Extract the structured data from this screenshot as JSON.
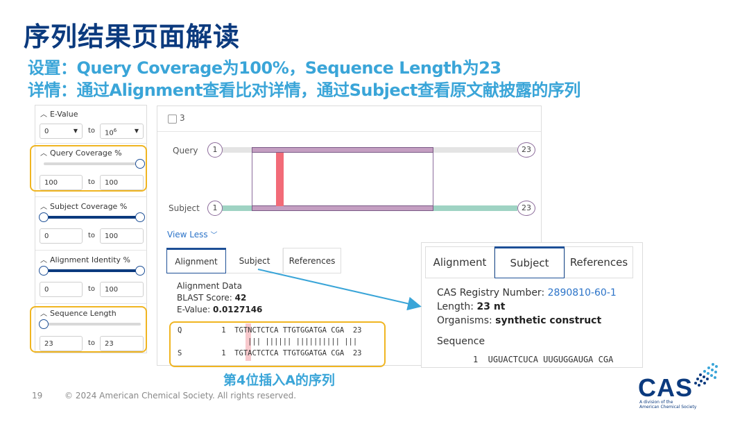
{
  "slide": {
    "title": "序列结果页面解读",
    "line1": "设置：Query Coverage为100%，Sequence Length为23",
    "line2": "详情：通过Alignment查看比对详情，通过Subject查看原文献披露的序列",
    "caption": "第4位插入A的序列",
    "page_number": "19",
    "copyright": "© 2024 American Chemical Society. All rights reserved."
  },
  "logo": {
    "text": "CAS",
    "tagline_1": "A division of the",
    "tagline_2": "American Chemical Society"
  },
  "filters": {
    "evalue": {
      "title": "E-Value",
      "from": "0",
      "to_label": "to",
      "to_base": "10",
      "to_exp": "6"
    },
    "query_coverage": {
      "title": "Query Coverage %",
      "from": "100",
      "to_label": "to",
      "to": "100",
      "slider_fraction": 1.0
    },
    "subject_coverage": {
      "title": "Subject Coverage %",
      "from": "0",
      "to_label": "to",
      "to": "100"
    },
    "alignment_identity": {
      "title": "Alignment Identity %",
      "from": "0",
      "to_label": "to",
      "to": "100"
    },
    "sequence_length": {
      "title": "Sequence Length",
      "from": "23",
      "to_label": "to",
      "to": "23"
    }
  },
  "result": {
    "checkbox_number": "3",
    "query_label": "Query",
    "subject_label": "Subject",
    "query_start": "1",
    "query_end": "23",
    "subject_start": "1",
    "subject_end": "23",
    "view_less": "View Less",
    "tabs": [
      "Alignment",
      "Subject",
      "References"
    ],
    "alignment_data_title": "Alignment Data",
    "blast_score_label": "BLAST Score:",
    "blast_score": "42",
    "evalue_label": "E-Value:",
    "evalue": "0.0127146",
    "q_row": "Q         1  TGTNCTCTCA TTGTGGATGA CGA  23",
    "m_row": "                ||| |||||| |||||||||| |||",
    "s_row": "S         1  TGTACTCTCA TTGTGGATGA CGA  23"
  },
  "subject_panel": {
    "tabs": [
      "Alignment",
      "Subject",
      "References"
    ],
    "registry_label": "CAS Registry Number:",
    "registry_number": "2890810-60-1",
    "length_label": "Length:",
    "length_value": "23 nt",
    "organisms_label": "Organisms:",
    "organisms_value": "synthetic construct",
    "sequence_title": "Sequence",
    "sequence_row": "1  UGUACTCUCA UUGUGGAUGA CGA"
  },
  "colors": {
    "title": "#0b3a7e",
    "subtitle": "#3aa5d8",
    "highlight": "#f0b521",
    "hit_bar": "#c49fc2",
    "subject_bar": "#9fd3c3",
    "mismatch": "#f26b78",
    "link": "#2b73c8"
  }
}
